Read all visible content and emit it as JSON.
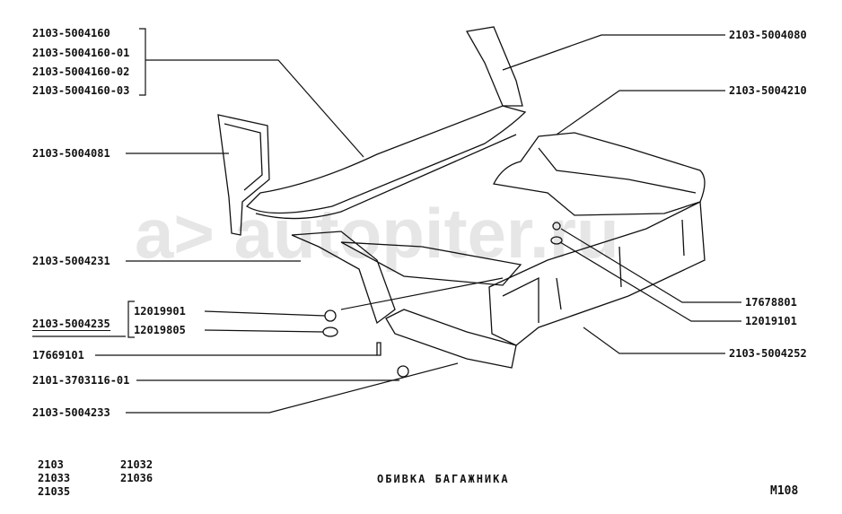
{
  "watermark": "a> autopiter.ru",
  "labels_left": {
    "group_5004160": [
      "2103-5004160",
      "2103-5004160-01",
      "2103-5004160-02",
      "2103-5004160-03"
    ],
    "p5004081": "2103-5004081",
    "p5004231": "2103-5004231",
    "p5004235": "2103-5004235",
    "p12019901": "12019901",
    "p12019805": "12019805",
    "p17669101": "17669101",
    "p3703116": "2101-3703116-01",
    "p5004233": "2103-5004233"
  },
  "labels_right": {
    "p5004080": "2103-5004080",
    "p5004210": "2103-5004210",
    "p17678801": "17678801",
    "p12019101": "12019101",
    "p5004252": "2103-5004252"
  },
  "models": [
    "2103",
    "21033",
    "21035",
    "21032",
    "21036"
  ],
  "title": "ОБИВКА БАГАЖНИКА",
  "sheet": "M108"
}
